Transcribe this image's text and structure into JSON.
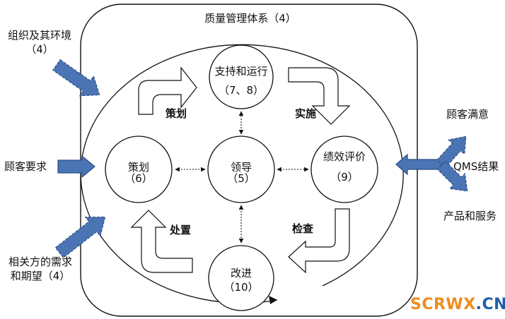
{
  "system": {
    "title": "质量管理体系（4）"
  },
  "inputs": {
    "organization": {
      "line1": "组织及其环境",
      "line2": "（4）"
    },
    "customer_requirements": "顾客要求",
    "interested_parties": {
      "line1": "相关方的需求",
      "line2": "和期望（4）"
    }
  },
  "outputs": {
    "customer_satisfaction": "顾客满意",
    "qms_results": "QMS结果",
    "products_services": "产品和服务"
  },
  "nodes": {
    "support": {
      "name": "支持和运行",
      "clause": "（7、8）"
    },
    "planning": {
      "name": "策划",
      "clause": "（6）"
    },
    "leadership": {
      "name": "领导",
      "clause": "（5）"
    },
    "evaluation": {
      "name": "绩效评价",
      "clause": "（9）"
    },
    "improvement": {
      "name": "改进",
      "clause": "（10）"
    }
  },
  "pdca": {
    "plan": "策划",
    "do": "实施",
    "check": "检查",
    "act": "处置"
  },
  "watermark": {
    "text1": "SCRWX",
    "text2": ".CN"
  },
  "colors": {
    "arrow_fill": "#4a74b4",
    "arrow_stroke": "#2c4f86",
    "watermark_orange": "#f08c1e",
    "watermark_blue": "#1f5fa8"
  }
}
